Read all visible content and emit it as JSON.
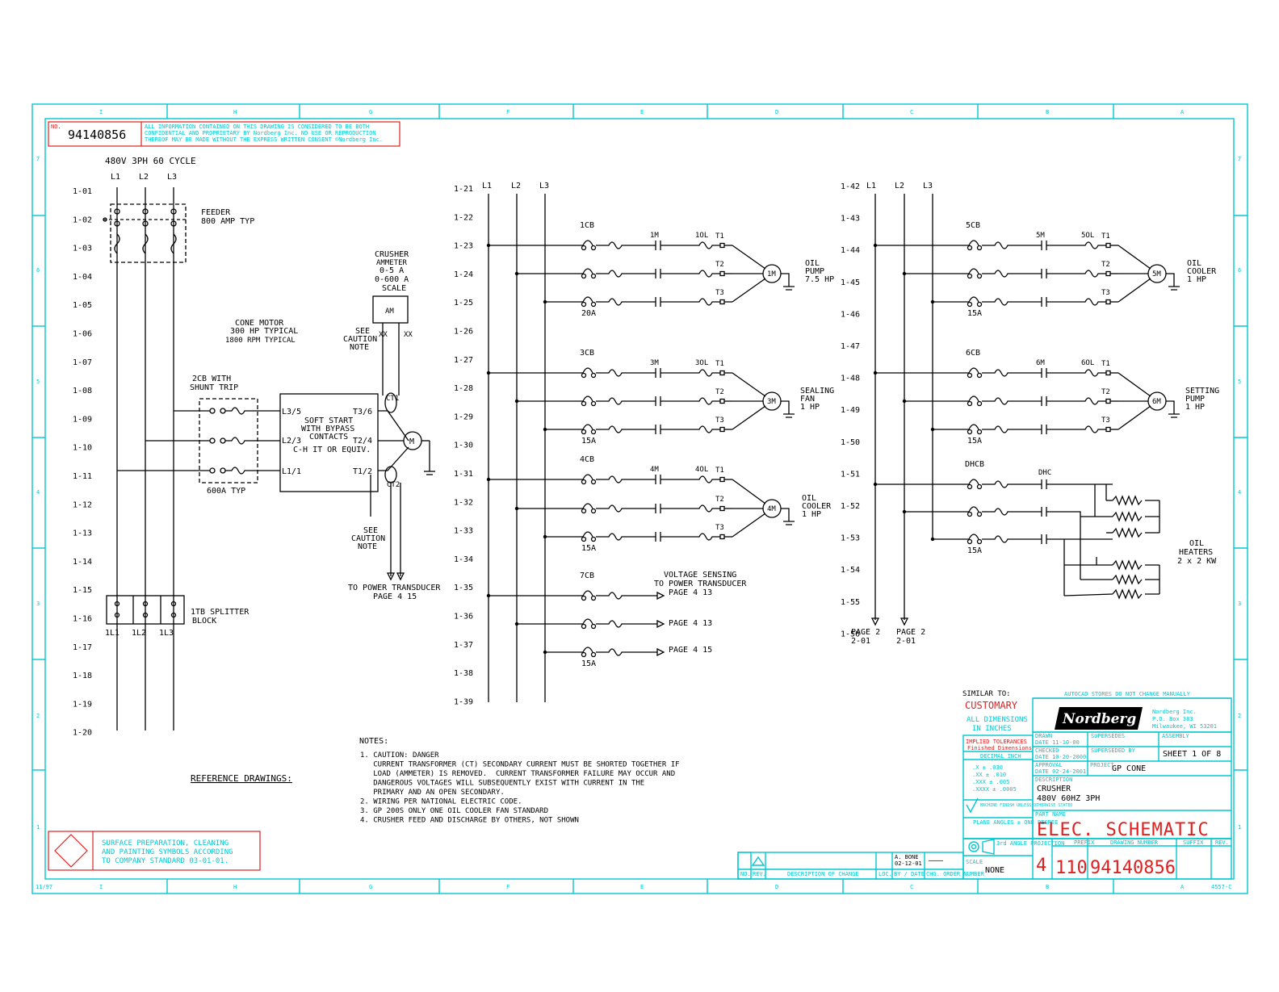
{
  "title_block": {
    "doc_no_label": "NO.",
    "doc_no": "94140856",
    "proprietary_notice": [
      "ALL INFORMATION CONTAINED ON THIS DRAWING IS CONSIDERED TO BE BOTH",
      "CONFIDENTIAL AND PROPRIETARY BY Nordberg Inc. NO USE OR REPRODUCTION",
      "THEREOF MAY BE MADE WITHOUT THE EXPRESS WRITTEN CONSENT ©Nordberg Inc."
    ],
    "similar_to": "SIMILAR TO:",
    "customary": "CUSTOMARY",
    "all_dimensions": "ALL DIMENSIONS",
    "in_inches": "IN INCHES",
    "autocad_note": "AUTOCAD STORES DO NOT CHANGE MANUALLY",
    "company_logo": "Nordberg",
    "company_address": [
      "Nordberg Inc.",
      "P.O. Box 383",
      "Milwaukee, WI 53201"
    ],
    "drawn_label": "DRAWN",
    "drawn_date": "DATE  11-10-00",
    "checked_label": "CHECKED",
    "checked_date": "DATE  10-20-2000",
    "approval_label": "APPROVAL",
    "approval_date": "DATE  02-24-2001",
    "supersedes": "SUPERSEDES",
    "superseded_by": "SUPERSEDED BY",
    "assembly": "ASSEMBLY",
    "sheet": "SHEET 1 OF 8",
    "project": "PROJECT",
    "project_value": "GP CONE",
    "description_label": "DESCRIPTION",
    "description_1": "CRUSHER",
    "description_2": "480V 60HZ 3PH",
    "part_name_label": "PART NAME",
    "part_name": "ELEC. SCHEMATIC",
    "implied_tol": "IMPLIED TOLERANCES",
    "finished_dims": "Finished Dimensions",
    "decimal_inch": "DECIMAL INCH",
    "tol_rows": [
      ".X    ± .030",
      ".XX   ± .010",
      ".XXX  ± .005",
      ".XXXX ± .0005"
    ],
    "machine_finish": "MACHINE FINISH UNLESS OTHERWISE STATED",
    "plane_angles": "PLANE ANGLES ± ONE DEGREE",
    "third_angle": "3rd ANGLE PROJECTION",
    "scale_label": "SCALE",
    "scale_value": "NONE",
    "size": "4",
    "prefix": "110",
    "drawing_number": "94140856",
    "col_prefix": "PREFIX",
    "col_drawing_number": "DRAWING NUMBER",
    "col_suffix": "SUFFIX",
    "col_rev": "REV.",
    "rev_by": "A. BONE",
    "rev_date": "02-12-01",
    "rev_dash": "———",
    "rev_headers": [
      "NO.",
      "REV.",
      "DESCRIPTION OF CHANGE",
      "LOC.",
      "BY / DATE",
      "CHG. ORDER NUMBER"
    ],
    "form_no": "4557-C",
    "form_date": "11/97",
    "surface_prep": [
      "SURFACE PREPARATION, CLEANING",
      "AND PAINTING SYMBOLS ACCORDING",
      "TO COMPANY STANDARD 03-01-01."
    ]
  },
  "border": {
    "col_letters": [
      "I",
      "H",
      "G",
      "F",
      "E",
      "D",
      "C",
      "B",
      "A"
    ],
    "row_numbers": [
      "7",
      "6",
      "5",
      "4",
      "3",
      "2",
      "1"
    ]
  },
  "schematic": {
    "supply": "480V 3PH 60 CYCLE",
    "phases": [
      "L1",
      "L2",
      "L3"
    ],
    "ladder_col1": [
      "1-01",
      "1-02",
      "1-03",
      "1-04",
      "1-05",
      "1-06",
      "1-07",
      "1-08",
      "1-09",
      "1-10",
      "1-11",
      "1-12",
      "1-13",
      "1-14",
      "1-15",
      "1-16",
      "1-17",
      "1-18",
      "1-19",
      "1-20"
    ],
    "ladder_col2": [
      "1-21",
      "1-22",
      "1-23",
      "1-24",
      "1-25",
      "1-26",
      "1-27",
      "1-28",
      "1-29",
      "1-30",
      "1-31",
      "1-32",
      "1-33",
      "1-34",
      "1-35",
      "1-36",
      "1-37",
      "1-38",
      "1-39"
    ],
    "ladder_col3": [
      "1-42",
      "1-43",
      "1-44",
      "1-45",
      "1-46",
      "1-47",
      "1-48",
      "1-49",
      "1-50",
      "1-51",
      "1-52",
      "1-53",
      "1-54",
      "1-55",
      "1-56"
    ],
    "feeder": "FEEDER",
    "feeder_amp": "800 AMP TYP",
    "cb2": "2CB WITH",
    "shunt_trip": "SHUNT TRIP",
    "cb2_amp": "600A TYP",
    "cone_motor": "CONE MOTOR",
    "cone_hp": "300 HP TYPICAL",
    "cone_rpm": "1800 RPM TYPICAL",
    "soft_start": [
      "SOFT START",
      "WITH BYPASS",
      "CONTACTS",
      "C-H IT OR EQUIV."
    ],
    "ss_terms": [
      "L3/5",
      "T3/6",
      "L2/3",
      "T2/4",
      "L1/1",
      "T1/2"
    ],
    "ammeter": [
      "CRUSHER",
      "AMMETER",
      "0-5 A",
      "0-600 A",
      "SCALE"
    ],
    "am": "AM",
    "xx": "XX",
    "see_caution": [
      "SEE",
      "CAUTION",
      "NOTE"
    ],
    "ct1": "CT1",
    "ct2": "CT2",
    "motor_m": "M",
    "to_power": "TO POWER TRANSDUCER",
    "page_4_15": "PAGE 4 15",
    "tb_splitter": [
      "1TB SPLITTER",
      "BLOCK"
    ],
    "tb_labels": [
      "1L1",
      "1L2",
      "1L3"
    ],
    "cb_labels": [
      "1CB",
      "3CB",
      "4CB",
      "7CB",
      "5CB",
      "6CB",
      "DHCB"
    ],
    "cb_ratings": [
      "20A",
      "15A",
      "15A",
      "15A",
      "15A",
      "15A",
      "15A"
    ],
    "contact_labels": [
      "1M",
      "3M",
      "4M",
      "5M",
      "6M",
      "DHC"
    ],
    "ol_labels": [
      "1OL",
      "3OL",
      "4OL",
      "5OL",
      "6OL"
    ],
    "t_labels": [
      "T1",
      "T2",
      "T3"
    ],
    "motor_labels": [
      "1M",
      "3M",
      "4M",
      "5M",
      "6M"
    ],
    "oil_pump": [
      "OIL",
      "PUMP",
      "7.5 HP"
    ],
    "sealing_fan": [
      "SEALING",
      "FAN",
      "1 HP"
    ],
    "oil_cooler_1": [
      "OIL",
      "COOLER",
      "1 HP"
    ],
    "oil_cooler_5": [
      "OIL",
      "COOLER",
      "1 HP"
    ],
    "setting_pump": [
      "SETTING",
      "PUMP",
      "1 HP"
    ],
    "oil_heaters": [
      "OIL",
      "HEATERS",
      "2 x 2 KW"
    ],
    "voltage_sensing": [
      "VOLTAGE SENSING",
      "TO POWER TRANSDUCER",
      "PAGE 4 13"
    ],
    "page_4_13": "PAGE 4 13",
    "page_4_15b": "PAGE 4 15",
    "page2": [
      "PAGE 2",
      "2-01"
    ],
    "reference_drawings": "REFERENCE DRAWINGS:",
    "notes_title": "NOTES:",
    "notes": [
      "1. CAUTION: DANGER",
      "   CURRENT TRANSFORMER (CT) SECONDARY CURRENT MUST BE SHORTED TOGETHER IF",
      "   LOAD (AMMETER) IS REMOVED.  CURRENT TRANSFORMER FAILURE MAY OCCUR AND",
      "   DANGEROUS VOLTAGES WILL SUBSEQUENTLY EXIST WITH CURRENT IN THE",
      "   PRIMARY AND AN OPEN SECONDARY.",
      "2. WIRING PER NATIONAL ELECTRIC CODE.",
      "3. GP 200S ONLY ONE OIL COOLER FAN STANDARD",
      "4. CRUSHER FEED AND DISCHARGE BY OTHERS, NOT SHOWN"
    ]
  }
}
